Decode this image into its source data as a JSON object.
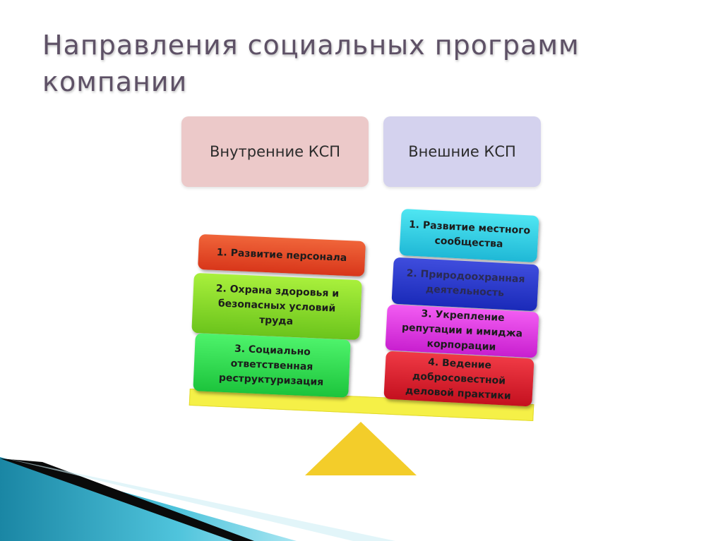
{
  "title": "Направления социальных программ компании",
  "headers": {
    "internal": "Внутренние КСП",
    "external": "Внешние КСП"
  },
  "internal_items": [
    "1. Развитие персонала",
    "2. Охрана здоровья и безопасных условий труда",
    "3. Социально ответственная реструктуризация"
  ],
  "external_items": [
    "1. Развитие местного сообщества",
    "2. Природоохранная деятельность",
    "3. Укрепление репутации и имиджа корпорации",
    "4. Ведение добросовестной деловой практики"
  ],
  "colors": {
    "title": "#5e5166",
    "internal_header": "#ecc9c9",
    "external_header": "#d4d2ee",
    "beam": "#f5f047",
    "fulcrum": "#f3cd2a"
  }
}
